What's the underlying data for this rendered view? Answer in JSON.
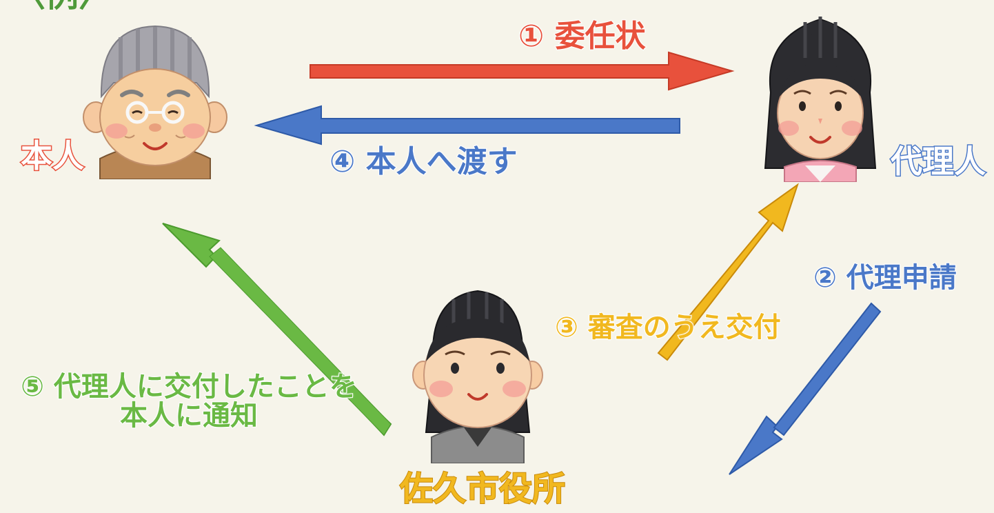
{
  "partial_heading": "〈例〉",
  "actors": {
    "principal": "本人",
    "agent": "代理人",
    "office": "佐久市役所"
  },
  "steps": {
    "step1": "① 委任状",
    "step2": "② 代理申請",
    "step3": "③ 審査のうえ交付",
    "step4": "④ 本人へ渡す",
    "step5_line1": "⑤ 代理人に交付したことを",
    "step5_line2": "本人に通知"
  },
  "colors": {
    "red": "#e8513c",
    "blue": "#4a78c8",
    "yellow": "#f1b81f",
    "green": "#6ab944",
    "background": "#f6f4ea"
  },
  "icons": {
    "principal": "elderly-man-illustration",
    "agent": "elderly-woman-illustration",
    "office": "office-clerk-woman-illustration"
  }
}
